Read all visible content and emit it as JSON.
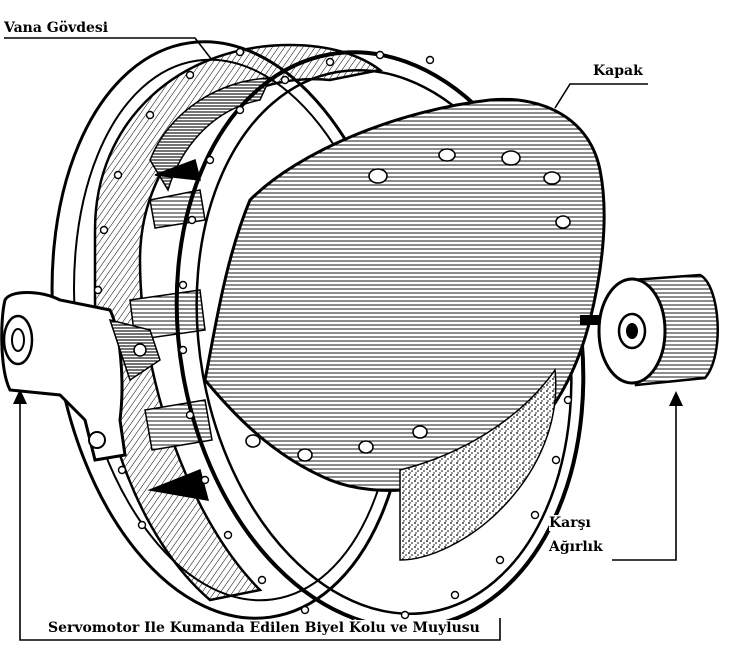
{
  "labels": {
    "valve_body": "Vana Gövdesi",
    "disc": "Kapak",
    "counterweight_line1": "Karşı",
    "counterweight_line2": "Ağırlık",
    "servo_arm": "Servomotor Ile Kumanda Edilen Biyel Kolu ve Muylusu"
  },
  "colors": {
    "ink": "#000000",
    "paper": "#ffffff"
  }
}
